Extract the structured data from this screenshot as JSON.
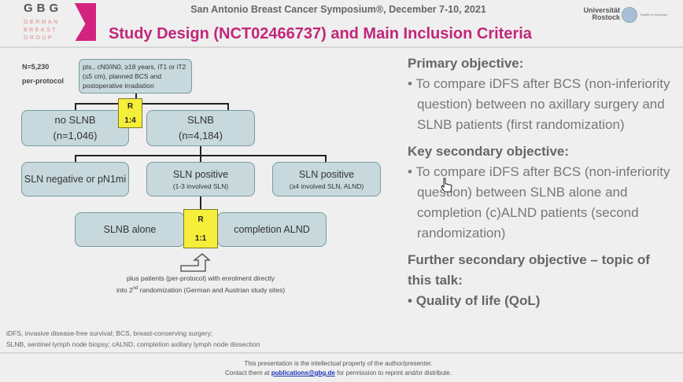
{
  "header": {
    "logo_text": "GBG",
    "logo_sub": [
      "GERMAN",
      "BREAST",
      "GROUP"
    ],
    "conference": "San Antonio Breast Cancer Symposium®, December 7-10, 2021",
    "title": "Study Design (NCT02466737) and Main Inclusion Criteria",
    "university": "Universität Rostock",
    "university_sub": "Traditio et Innovatio"
  },
  "diagram": {
    "n": "N=5,230",
    "per_protocol": "per-protocol",
    "inclusion": "pts., cN0/iN0, ≥18 years, iT1 or iT2 (≤5 cm), planned BCS and postoperative irradiation",
    "r1": {
      "label": "R",
      "ratio": "1:4"
    },
    "no_slnb": {
      "title": "no SLNB",
      "n": "(n=1,046)"
    },
    "slnb": {
      "title": "SLNB",
      "n": "(n=4,184)"
    },
    "sln_neg": "SLN negative or pN1mi",
    "sln_pos13": {
      "title": "SLN positive",
      "sub": "(1-3 involved SLN)"
    },
    "sln_pos4": {
      "title": "SLN positive",
      "sub": "(≥4 involved SLN, ALND)"
    },
    "r2": {
      "label": "R",
      "ratio": "1:1"
    },
    "slnb_alone": "SLNB alone",
    "completion_alnd": "completion ALND",
    "plus_line1": "plus patients (per-protocol) with enrolment directly",
    "plus_line2_a": "into 2",
    "plus_line2_sup": "nd",
    "plus_line2_b": " randomization (German and Austrian study sites)"
  },
  "objectives": {
    "primary_head": "Primary objective:",
    "primary": "To compare iDFS after BCS (non-inferiority question) between no axillary surgery and SLNB patients (first randomization)",
    "secondary_head": "Key secondary objective:",
    "secondary": "To compare iDFS after BCS (non-inferiority question) between SLNB alone and completion (c)ALND patients (second randomization)",
    "further_head": "Further secondary objective – topic of this talk:",
    "further": "Quality of life (QoL)"
  },
  "footnotes": [
    "iDFS, invasive disease-free survival; BCS, breast-conserving surgery;",
    "SLNB, sentinel lymph node biopsy; cALND, completion axillary lymph node dissection"
  ],
  "copyright": {
    "line1": "This presentation is the intellectual property of the author/presenter.",
    "pre": "Contact them at ",
    "email": "publications@gbg.de",
    "post": " for permission to reprint and/or distribute."
  }
}
